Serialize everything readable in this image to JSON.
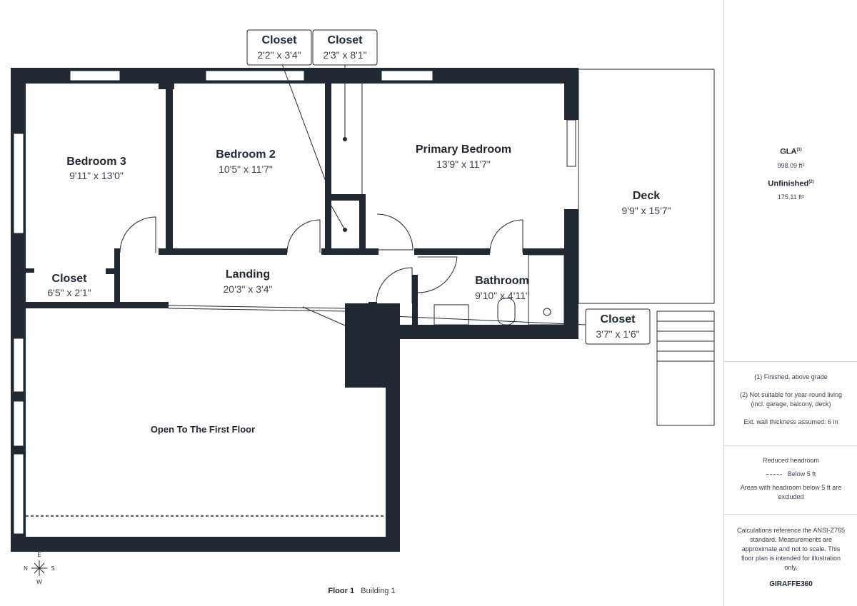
{
  "rooms": {
    "bedroom3": {
      "name": "Bedroom 3",
      "dims": "9'11\" x 13'0\""
    },
    "bedroom2": {
      "name": "Bedroom 2",
      "dims": "10'5\" x 11'7\""
    },
    "primary": {
      "name": "Primary Bedroom",
      "dims": "13'9\" x 11'7\""
    },
    "deck": {
      "name": "Deck",
      "dims": "9'9\" x 15'7\""
    },
    "closet_small": {
      "name": "Closet",
      "dims": "6'5\" x 2'1\""
    },
    "landing": {
      "name": "Landing",
      "dims": "20'3\" x 3'4\""
    },
    "bathroom": {
      "name": "Bathroom",
      "dims": "9'10\" x 4'11\""
    },
    "open": {
      "name": "Open To The First Floor"
    }
  },
  "callouts": {
    "closet_a": {
      "name": "Closet",
      "dims": "2'2\" x 3'4\""
    },
    "closet_b": {
      "name": "Closet",
      "dims": "2'3\" x 8'1\""
    },
    "closet_c": {
      "name": "Closet",
      "dims": "3'7\" x 1'6\""
    }
  },
  "compass": {
    "e": "E",
    "n": "N",
    "s": "S",
    "w": "W"
  },
  "footer": {
    "floor": "Floor 1",
    "building": "Building 1"
  },
  "panel": {
    "gla_label": "GLA",
    "gla_sup": "(1)",
    "gla_value": "998.09 ft²",
    "unfinished_label": "Unfinished",
    "unfinished_sup": "(2)",
    "unfinished_value": "175.11 ft²",
    "notes": [
      "(1) Finished, above grade",
      "(2) Not suitable for year-round living",
      "(incl. garage, balcony, deck)",
      "Ext. wall thickness assumed: 6 in"
    ],
    "headroom_title": "Reduced headroom",
    "headroom_legend": "Below 5 ft",
    "headroom_note1": "Areas with headroom below 5 ft are",
    "headroom_note2": "excluded",
    "calc_lines": [
      "Calculations reference the ANSI-Z765",
      "standard. Measurements are",
      "approximate and not to scale. This",
      "floor plan is intended for illustration",
      "only."
    ],
    "brand": "GIRAFFE360"
  },
  "colors": {
    "wall": "#1f2833",
    "text": "#1f2833"
  }
}
